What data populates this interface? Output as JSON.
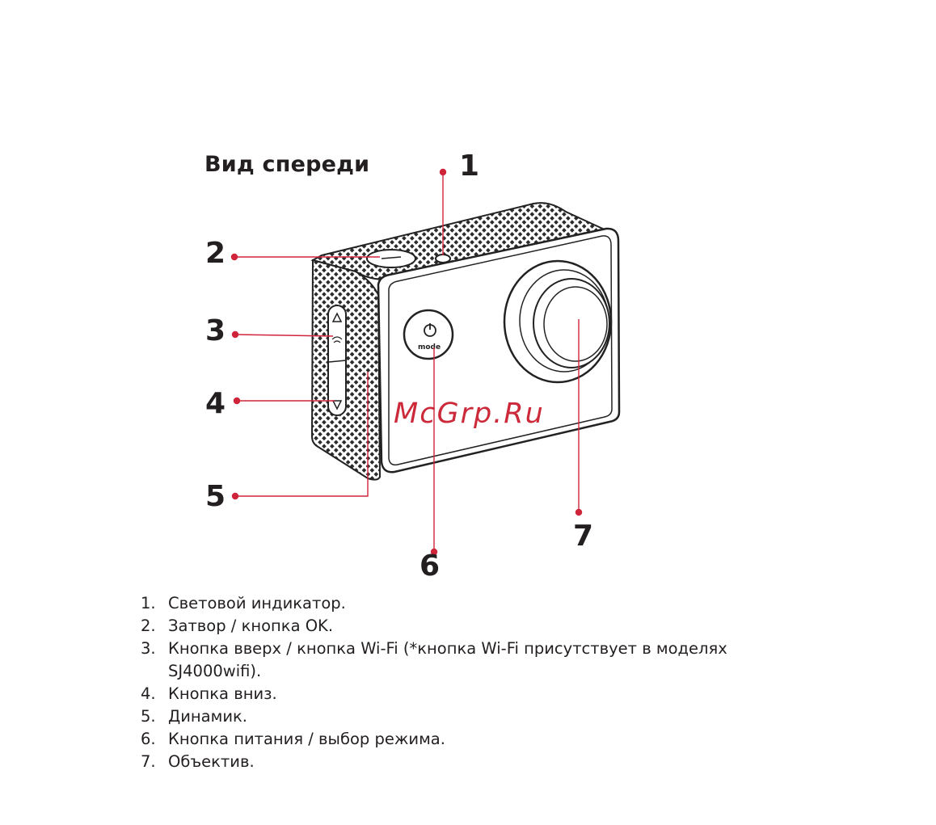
{
  "heading": "Вид спереди",
  "watermark": "McGrp.Ru",
  "callouts": [
    "1",
    "2",
    "3",
    "4",
    "5",
    "6",
    "7"
  ],
  "camera_button_label": "mode",
  "colors": {
    "accent": "#d0243a",
    "text": "#231f20"
  },
  "legend": [
    {
      "num": "1.",
      "text": "Световой индикатор."
    },
    {
      "num": "2.",
      "text": "Затвор / кнопка OK."
    },
    {
      "num": "3.",
      "text": "Кнопка вверх / кнопка Wi-Fi (*кнопка Wi-Fi присутствует в моделях SJ4000wifi)."
    },
    {
      "num": "4.",
      "text": "Кнопка вниз."
    },
    {
      "num": "5.",
      "text": "Динамик."
    },
    {
      "num": "6.",
      "text": "Кнопка питания / выбор режима."
    },
    {
      "num": "7.",
      "text": "Объектив."
    }
  ]
}
